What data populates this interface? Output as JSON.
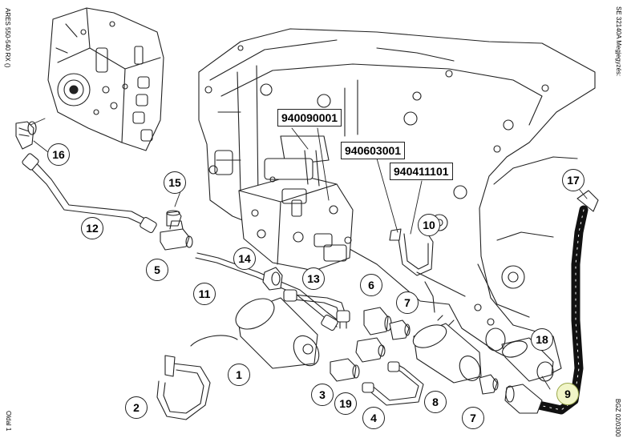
{
  "side_texts": {
    "left_top": "ARES 550-540 RX ()",
    "left_bottom": "Oldal 1",
    "right_top": "SE 32140A  Megjegyzés:",
    "right_bottom": "BGZ 02/0300"
  },
  "part_numbers": [
    "940090001",
    "940603001",
    "940411101"
  ],
  "callouts": [
    "1",
    "2",
    "3",
    "4",
    "5",
    "6",
    "7",
    "7",
    "8",
    "9",
    "10",
    "11",
    "12",
    "13",
    "14",
    "15",
    "16",
    "17",
    "18",
    "19"
  ],
  "highlighted_callout": "9",
  "colors": {
    "line": "#222222",
    "highlight_fill": "#f1f5c8",
    "highlight_stroke": "#9aa84a"
  }
}
